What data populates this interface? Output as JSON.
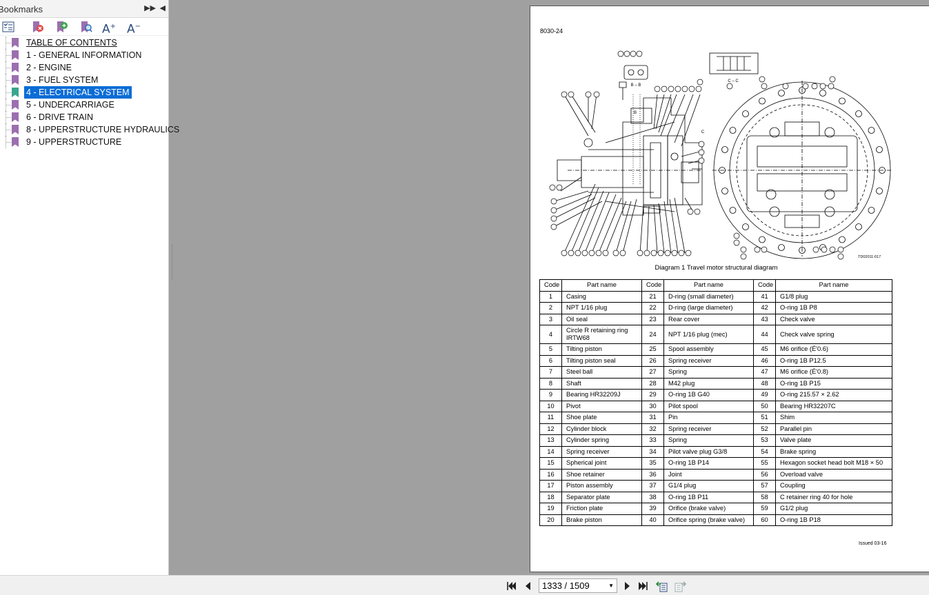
{
  "sidebar": {
    "title": "Bookmarks",
    "items": [
      {
        "label": "TABLE OF CONTENTS"
      },
      {
        "label": "1 - GENERAL INFORMATION"
      },
      {
        "label": "2 - ENGINE"
      },
      {
        "label": "3 - FUEL SYSTEM"
      },
      {
        "label": "4 - ELECTRICAL SYSTEM"
      },
      {
        "label": "5 - UNDERCARRIAGE"
      },
      {
        "label": "6 - DRIVE TRAIN"
      },
      {
        "label": "8 - UPPERSTRUCTURE HYDRAULICS"
      },
      {
        "label": "9 - UPPERSTRUCTURE"
      }
    ],
    "selected_index": 4,
    "toolbar_icons": [
      "expand-bookmark-icon",
      "delete-bookmark-icon",
      "add-bookmark-icon",
      "find-bookmark-icon",
      "increase-font-icon",
      "decrease-font-icon"
    ],
    "font_increase_glyph": "A",
    "font_decrease_glyph": "A"
  },
  "document": {
    "page_code": "8030-24",
    "diagram_id": "TD02011-017",
    "diagram_caption": "Diagram 1 Travel motor structural diagram",
    "issued": "Issued 03-16",
    "table": {
      "headers": [
        "Code",
        "Part name",
        "Code",
        "Part name",
        "Code",
        "Part name"
      ],
      "rows": [
        [
          "1",
          "Casing",
          "21",
          "D-ring (small diameter)",
          "41",
          "G1/8 plug"
        ],
        [
          "2",
          "NPT 1/16 plug",
          "22",
          "D-ring (large diameter)",
          "42",
          "O-ring 1B P8"
        ],
        [
          "3",
          "Oil seal",
          "23",
          "Rear cover",
          "43",
          "Check valve"
        ],
        [
          "4",
          "Circle R retaining ring IRTW68",
          "24",
          "NPT 1/16 plug (mec)",
          "44",
          "Check valve spring"
        ],
        [
          "5",
          "Tilting piston",
          "25",
          "Spool assembly",
          "45",
          "M6 orifice (É'0.6)"
        ],
        [
          "6",
          "Tilting piston seal",
          "26",
          "Spring receiver",
          "46",
          "O-ring 1B P12.5"
        ],
        [
          "7",
          "Steel ball",
          "27",
          "Spring",
          "47",
          "M6 orifice (É'0.8)"
        ],
        [
          "8",
          "Shaft",
          "28",
          "M42 plug",
          "48",
          "O-ring 1B P15"
        ],
        [
          "9",
          "Bearing HR32209J",
          "29",
          "O-ring 1B G40",
          "49",
          "O-ring 215.57 × 2.62"
        ],
        [
          "10",
          "Pivot",
          "30",
          "Pilot spool",
          "50",
          "Bearing HR32207C"
        ],
        [
          "11",
          "Shoe plate",
          "31",
          "Pin",
          "51",
          "Shim"
        ],
        [
          "12",
          "Cylinder block",
          "32",
          "Spring receiver",
          "52",
          "Parallel pin"
        ],
        [
          "13",
          "Cylinder spring",
          "33",
          "Spring",
          "53",
          "Valve plate"
        ],
        [
          "14",
          "Spring receiver",
          "34",
          "Pilot valve plug G3/8",
          "54",
          "Brake spring"
        ],
        [
          "15",
          "Spherical joint",
          "35",
          "O-ring 1B P14",
          "55",
          "Hexagon socket head bolt M18 × 50"
        ],
        [
          "16",
          "Shoe retainer",
          "36",
          "Joint",
          "56",
          "Overload valve"
        ],
        [
          "17",
          "Piston assembly",
          "37",
          "G1/4 plug",
          "57",
          "Coupling"
        ],
        [
          "18",
          "Separator plate",
          "38",
          "O-ring 1B P11",
          "58",
          "C retainer ring 40 for hole"
        ],
        [
          "19",
          "Friction plate",
          "39",
          "Orifice (brake valve)",
          "59",
          "G1/2 plug"
        ],
        [
          "20",
          "Brake piston",
          "40",
          "Orifice spring (brake valve)",
          "60",
          "O-ring 1B P18"
        ]
      ]
    },
    "diagram_labels": {
      "bb": "B – B",
      "cc": "C – C",
      "b": "B",
      "c": "C"
    }
  },
  "bottom_bar": {
    "page_value": "1333 / 1509",
    "icons": [
      "first-page-icon",
      "previous-page-icon",
      "next-page-icon",
      "last-page-icon",
      "previous-view-icon",
      "next-view-icon"
    ]
  },
  "colors": {
    "bookmark_flag": "#9b6fb0",
    "bookmark_flag_selected": "#3aa58f",
    "selection": "#0a6dd6",
    "viewer_background": "#a0a0a0"
  }
}
